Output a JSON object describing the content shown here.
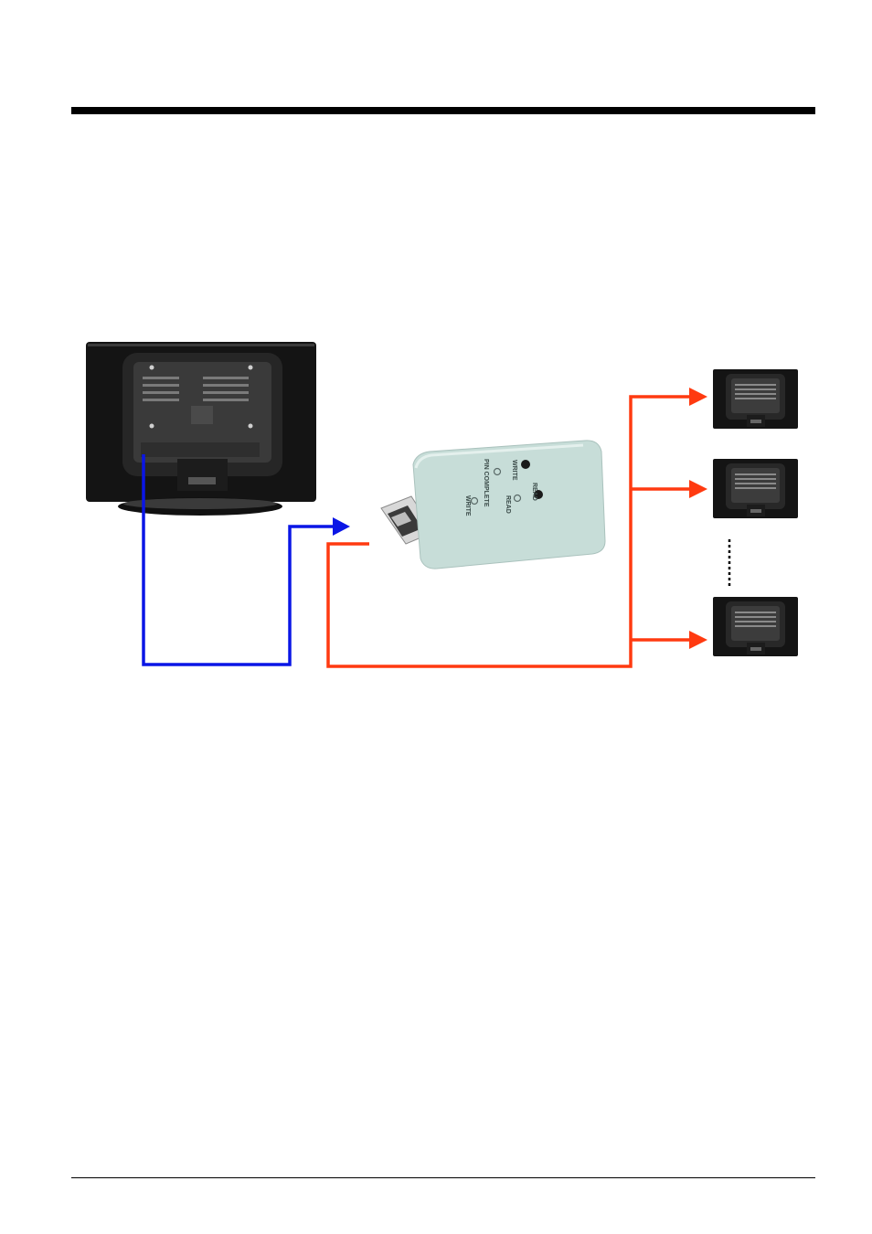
{
  "diagram": {
    "source_tv": {
      "kind": "lcd-tv-rear-view"
    },
    "target_tvs": [
      {
        "kind": "lcd-tv-rear-view-small"
      },
      {
        "kind": "lcd-tv-rear-view-small"
      },
      {
        "kind": "lcd-tv-rear-view-small"
      }
    ],
    "usb_device": {
      "labels": {
        "write_top": "WRITE",
        "pin_complete": "PIN COMPLETE",
        "read_top": "READ",
        "read_led": "READ",
        "write_led": "WRITE"
      }
    },
    "colors": {
      "read_line": "#0a16e6",
      "write_line": "#ff3a10",
      "dotted": "#000000",
      "device_body": "#c7ddd8"
    }
  }
}
